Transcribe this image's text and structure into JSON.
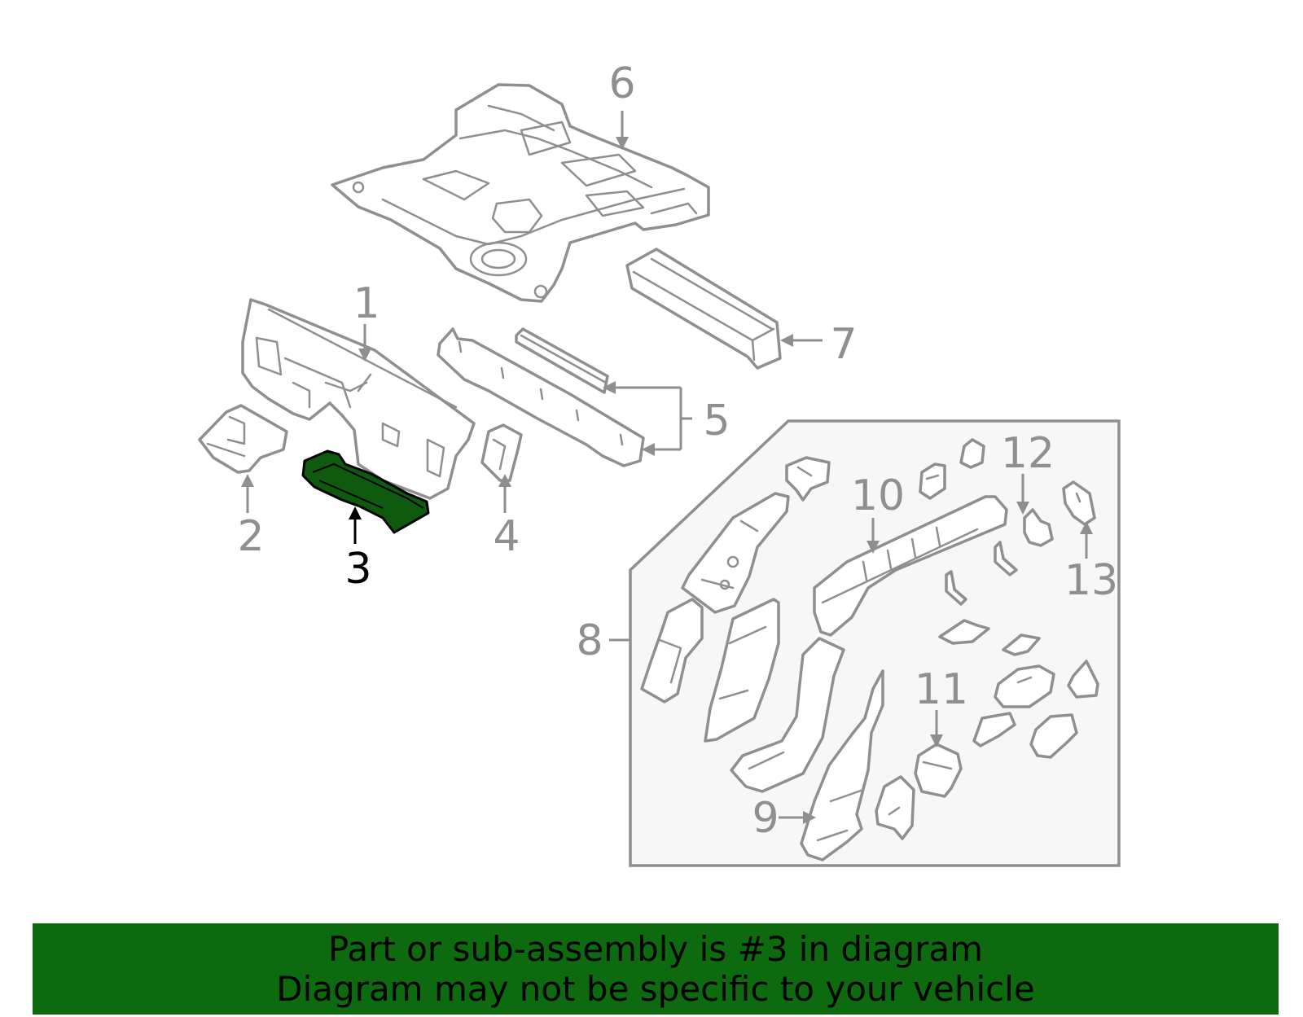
{
  "diagram": {
    "callouts": [
      {
        "id": "1",
        "label": "1"
      },
      {
        "id": "2",
        "label": "2"
      },
      {
        "id": "3",
        "label": "3"
      },
      {
        "id": "4",
        "label": "4"
      },
      {
        "id": "5",
        "label": "5"
      },
      {
        "id": "6",
        "label": "6"
      },
      {
        "id": "7",
        "label": "7"
      },
      {
        "id": "8",
        "label": "8"
      },
      {
        "id": "9",
        "label": "9"
      },
      {
        "id": "10",
        "label": "10"
      },
      {
        "id": "11",
        "label": "11"
      },
      {
        "id": "12",
        "label": "12"
      },
      {
        "id": "13",
        "label": "13"
      }
    ],
    "highlighted_part": "3",
    "colors": {
      "highlight_fill": "#0e5a0e",
      "outline": "#8f8f8f",
      "highlight_callout": "#000000"
    }
  },
  "banner": {
    "line1": "Part or sub-assembly is #3 in diagram",
    "line2": "Diagram may not be specific to your vehicle",
    "background": "#0e6a0e"
  }
}
